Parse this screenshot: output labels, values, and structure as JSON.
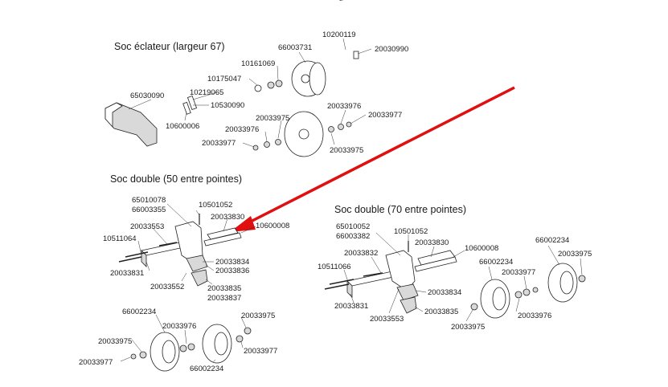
{
  "titles": {
    "eclateur": "Soc éclateur (largeur 67)",
    "double50": "Soc double (50 entre pointes)",
    "double70": "Soc double (70 entre pointes)"
  },
  "labels_eclateur": {
    "p10200119": "10200119",
    "p66003731": "66003731",
    "p20030990": "20030990",
    "p10161069": "10161069",
    "p10175047": "10175047",
    "p10219065": "10219065",
    "p65030090": "65030090",
    "p10530090": "10530090",
    "p10600006": "10600006",
    "p20033975a": "20033975",
    "p20033976a": "20033976",
    "p20033977a": "20033977",
    "p20033976b": "20033976",
    "p20033977b": "20033977",
    "p20033975b": "20033975"
  },
  "labels_double50": {
    "p65010078": "65010078",
    "p66003355": "66003355",
    "p10501052": "10501052",
    "p20033830": "20033830",
    "p10600008": "10600008",
    "p20033553a": "20033553",
    "p10511064": "10511064",
    "p20033831": "20033831",
    "p20033834": "20033834",
    "p20033836": "20033836",
    "p20033552": "20033552",
    "p20033835": "20033835",
    "p20033837": "20033837"
  },
  "labels_wheels50": {
    "p66002234a": "66002234",
    "p20033975a": "20033975",
    "p20033976": "20033976",
    "p20033975b": "20033975",
    "p20033977a": "20033977",
    "p20033977b": "20033977",
    "p66002234b": "66002234"
  },
  "labels_double70": {
    "p65010052": "65010052",
    "p66003382": "66003382",
    "p10501052": "10501052",
    "p20033830": "20033830",
    "p10600008": "10600008",
    "p20033832": "20033832",
    "p10511066": "10511066",
    "p20033831": "20033831",
    "p20033834": "20033834",
    "p20033553": "20033553",
    "p20033835": "20033835",
    "p66002234": "66002234",
    "p20033975a": "20033975",
    "p20033977": "20033977",
    "p20033976": "20033976",
    "p20033975b": "20033975"
  },
  "colors": {
    "arrow": "#e01010",
    "line": "#222222",
    "shade": "#d9d9d9"
  }
}
